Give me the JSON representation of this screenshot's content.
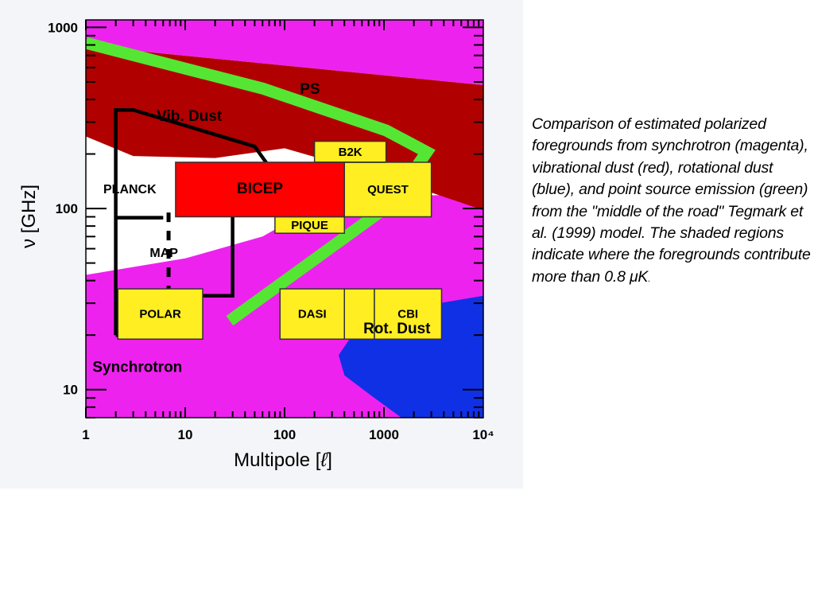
{
  "caption": {
    "text": "Comparison of estimated polarized foregrounds from synchrotron (magenta), vibrational dust (red), rotational dust (blue), and point source emission (green) from the \"middle of the road\" Tegmark et al. (1999) model. The shaded regions indicate where the foregrounds contribute more than 0.8 μK",
    "tail": "."
  },
  "colors": {
    "synchrotron": "#ee22ee",
    "vib_dust": "#b00000",
    "rot_dust": "#1030e6",
    "point_sources": "#55e633",
    "clear": "#ffffff",
    "bicep": "#ff0000",
    "experiment": "#ffee22"
  },
  "chart_data": {
    "type": "area",
    "xlabel_prefix": "Multipole [",
    "xlabel_symbol": "ℓ",
    "xlabel_suffix": "]",
    "ylabel": "ν [GHz]",
    "x_scale": "log",
    "y_scale": "log",
    "xlim": [
      1,
      10000
    ],
    "ylim": [
      7,
      1100
    ],
    "x_ticks": [
      {
        "value": 1,
        "label": "1"
      },
      {
        "value": 10,
        "label": "10"
      },
      {
        "value": 100,
        "label": "100"
      },
      {
        "value": 1000,
        "label": "1000"
      },
      {
        "value": 10000,
        "label": "10⁴"
      }
    ],
    "y_ticks": [
      {
        "value": 10,
        "label": "10"
      },
      {
        "value": 100,
        "label": "100"
      },
      {
        "value": 1000,
        "label": "1000"
      }
    ],
    "regions": [
      {
        "name": "Vib. Dust",
        "label_at": [
          11,
          305
        ],
        "upper": [
          [
            1,
            790
          ],
          [
            10000,
            480
          ]
        ],
        "lower": [
          [
            1,
            250
          ],
          [
            3,
            195
          ],
          [
            20,
            190
          ],
          [
            100,
            215
          ],
          [
            1000,
            150
          ],
          [
            10000,
            98
          ]
        ]
      },
      {
        "name": "Synchrotron",
        "label_at": [
          3.3,
          12.5
        ],
        "upper": [
          [
            1,
            43
          ],
          [
            10,
            53
          ],
          [
            60,
            70
          ],
          [
            300,
            115
          ],
          [
            10000,
            120
          ]
        ]
      },
      {
        "name": "Rot. Dust",
        "label_at": [
          1350,
          20.5
        ],
        "boundary": [
          [
            10000,
            33
          ],
          [
            2500,
            29
          ],
          [
            800,
            23
          ],
          [
            450,
            19
          ],
          [
            350,
            15.5
          ],
          [
            400,
            12
          ],
          [
            700,
            9.5
          ],
          [
            1500,
            7
          ]
        ]
      },
      {
        "name": "PS",
        "label_at": [
          180,
          430
        ],
        "path": [
          [
            1,
            820
          ],
          [
            60,
            460
          ],
          [
            1050,
            270
          ],
          [
            2700,
            205
          ],
          [
            1150,
            105
          ],
          [
            28,
            24
          ]
        ]
      }
    ],
    "experiments": [
      {
        "name": "PLANCK",
        "type": "outline",
        "label_at": [
          1.5,
          121
        ],
        "path": [
          [
            2,
            20
          ],
          [
            6,
            20
          ],
          [],
          [
            2,
            20
          ],
          [
            2,
            350
          ],
          [
            3,
            350
          ],
          [
            50,
            220
          ],
          [
            70,
            170
          ],
          [],
          [
            2,
            89
          ],
          [
            6,
            89
          ],
          [],
          [
            2,
            33
          ],
          [
            30,
            33
          ],
          [
            30,
            92
          ]
        ]
      },
      {
        "name": "MAP",
        "type": "dashed",
        "label_at": [
          6.1,
          54
        ],
        "x": [
          6.8,
          6.8
        ],
        "y": [
          21,
          95
        ]
      },
      {
        "name": "POLAR",
        "type": "box",
        "x": [
          2.1,
          15
        ],
        "y": [
          19,
          36
        ]
      },
      {
        "name": "BICEP",
        "type": "box",
        "x": [
          8,
          400
        ],
        "y": [
          90,
          180
        ]
      },
      {
        "name": "B2K",
        "type": "box",
        "x": [
          200,
          1050
        ],
        "y": [
          180,
          235
        ]
      },
      {
        "name": "QUEST",
        "type": "box",
        "x": [
          400,
          3000
        ],
        "y": [
          90,
          180
        ]
      },
      {
        "name": "PIQUE",
        "type": "box",
        "x": [
          80,
          400
        ],
        "y": [
          73,
          90
        ]
      },
      {
        "name": "DASI",
        "type": "box",
        "x": [
          90,
          400
        ],
        "y": [
          19,
          36
        ]
      },
      {
        "name": "CBI",
        "type": "box",
        "x": [
          800,
          3800
        ],
        "y": [
          19,
          36
        ]
      }
    ],
    "grid": false,
    "legend": "none"
  }
}
